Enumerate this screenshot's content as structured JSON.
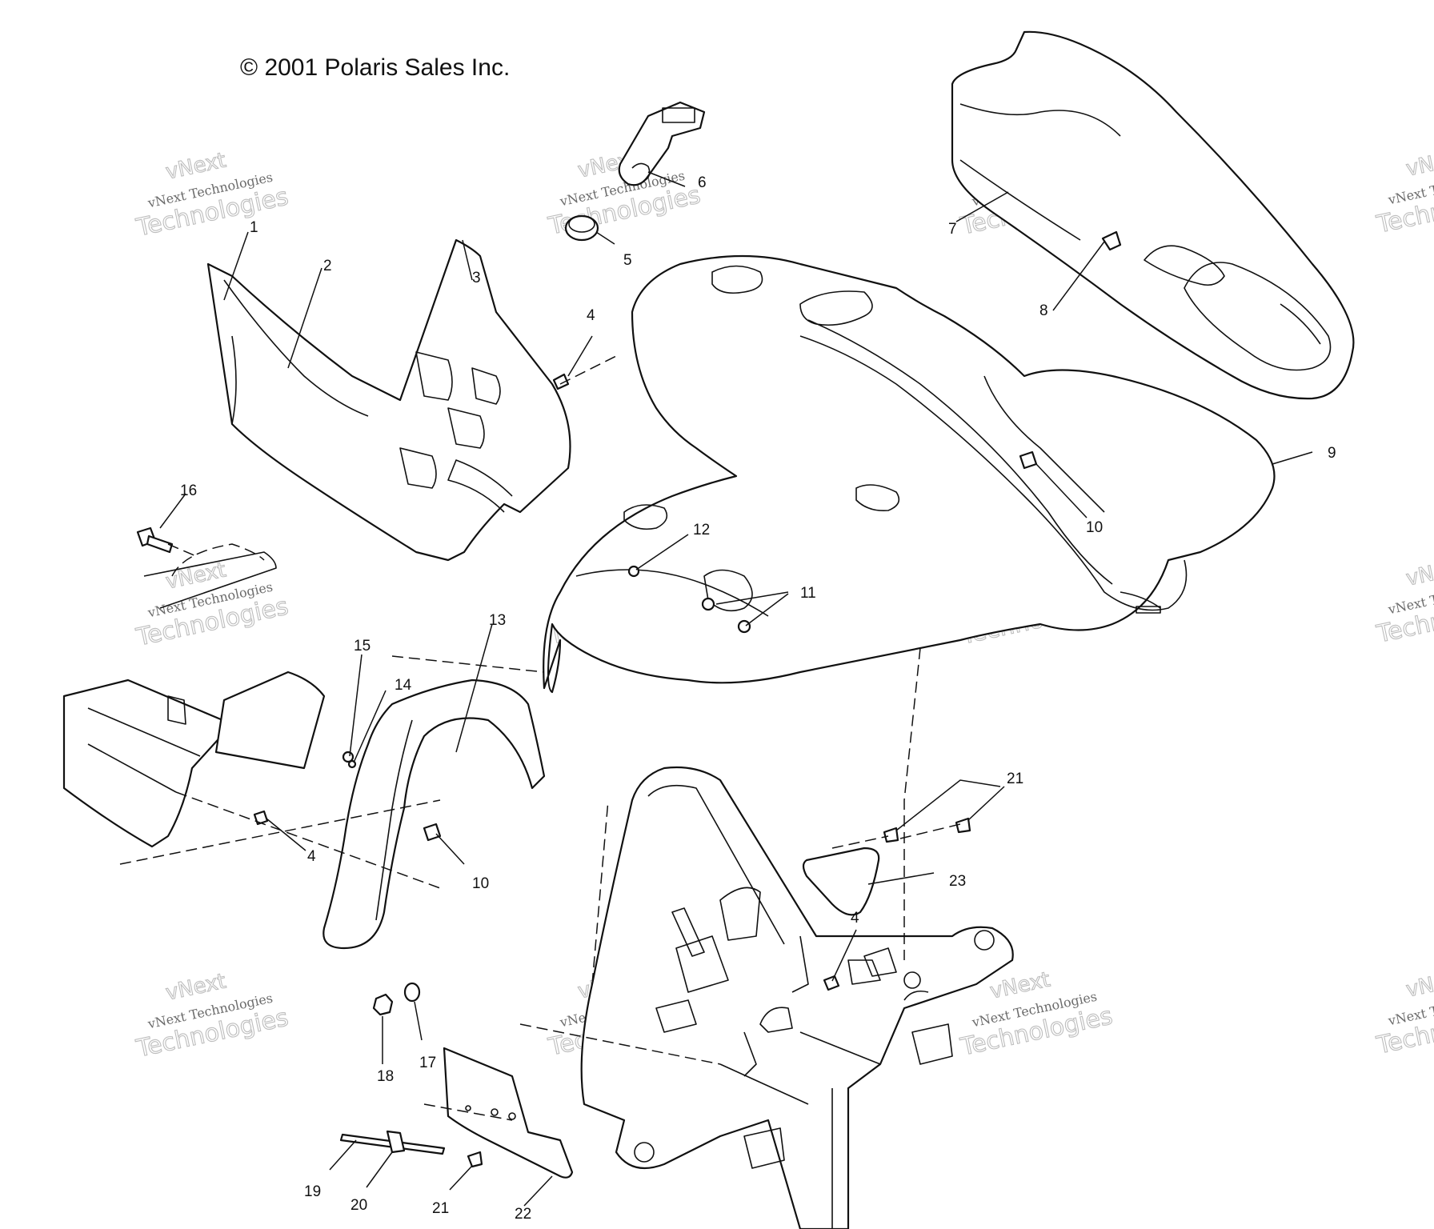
{
  "copyright": "© 2001 Polaris Sales Inc.",
  "watermark": {
    "line1": "vNext",
    "line2": "vNext Technologies",
    "line3": "Technologies"
  },
  "callouts": [
    "1",
    "2",
    "3",
    "4",
    "5",
    "6",
    "7",
    "8",
    "9",
    "10",
    "11",
    "12",
    "13",
    "14",
    "15",
    "16",
    "4",
    "10",
    "21",
    "23",
    "4",
    "18",
    "17",
    "19",
    "20",
    "21",
    "22"
  ]
}
